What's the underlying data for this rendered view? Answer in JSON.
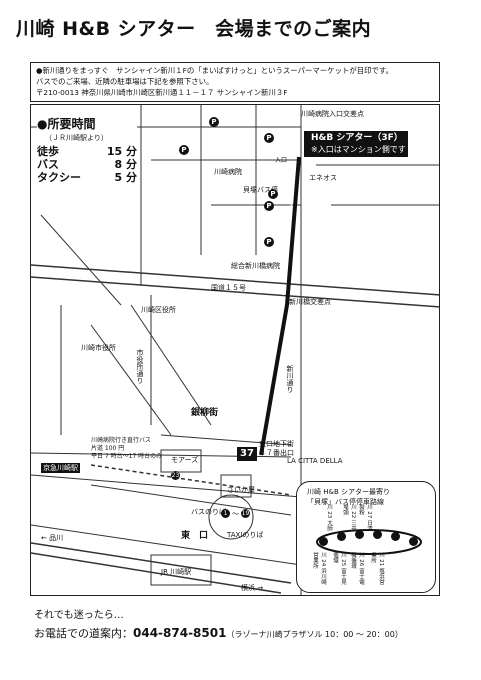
{
  "title": "川崎 H&B シアター　会場までのご案内",
  "info": {
    "line1": "●新川通りをまっすぐ　サンシャイン新川１Fの「まいばすけっと」というスーパーマーケットが目印です。",
    "line2": "バスでのご来場、近隣の駐車場は下記を参照下さい。",
    "line3": "〒210-0013 神奈川県川崎市川崎区新川通１１－１７ サンシャイン新川３F"
  },
  "times": {
    "title": "●所要時間",
    "subtitle": "（ＪＲ川崎駅より）",
    "rows": [
      {
        "mode": "徒歩",
        "time": "15 分"
      },
      {
        "mode": "バス",
        "time": "8 分"
      },
      {
        "mode": "タクシー",
        "time": "5 分"
      }
    ]
  },
  "map": {
    "destination": "H&B シアター（3F）",
    "destination_note": "※入口はマンション側です",
    "entrance": "入口",
    "labels": {
      "hospital_intersection": "川崎病院入口交差点",
      "eneos": "エネオス",
      "kaizuka": "貝塚バス停",
      "hospital": "川崎病院",
      "sogo": "総合新川橋病院",
      "route15": "国道１５号",
      "shinkawa_bashi": "新川橋交差点",
      "ward_office": "川崎区役所",
      "city_hall": "川崎市役所",
      "shinkawa_dori": "新川通り",
      "shiyakusho_dori": "市役所通り",
      "ginryu": "銀柳街",
      "underground": "東口地下街",
      "exit37": "３７番出口",
      "citta": "LA CITTA DELLA",
      "direct_bus": "川崎病院行き直行バス",
      "fare": "片道 100 円",
      "hours": "平日 7 時台〜17 時台のみ",
      "moares": "モアーズ",
      "keikyu": "京急川崎駅",
      "saikaya": "さいか屋",
      "bus_stop": "バスのりば",
      "higashiguchi": "東　口",
      "taxi": "TAXIのりば",
      "jr": "JR 川崎駅",
      "shinagawa": "← 品川",
      "yokohama": "横浜 →"
    },
    "sign37": "37",
    "stop1": "1",
    "stop19": "19",
    "stop23": "23",
    "bus_stop_range": "〜",
    "parking": "P"
  },
  "bus_routes": {
    "title1": "川崎 H&B シアター最寄り",
    "title2": "「貝塚」バス停停車路線",
    "routes": [
      "川 23 大師",
      "川 22 三井埠頭",
      "川 27 日清製粉",
      "川 24 浜川崎営業所",
      "川 25 富士見循環",
      "川 26 富士電機循環",
      "川 21 塩浜営業所"
    ]
  },
  "footer": {
    "line1": "それでも迷ったら…",
    "prefix": "お電話での道案内：",
    "phone": "044-874-8501",
    "suffix": "（ラゾーナ川崎プラザソル 10：00 〜 20：00）"
  }
}
